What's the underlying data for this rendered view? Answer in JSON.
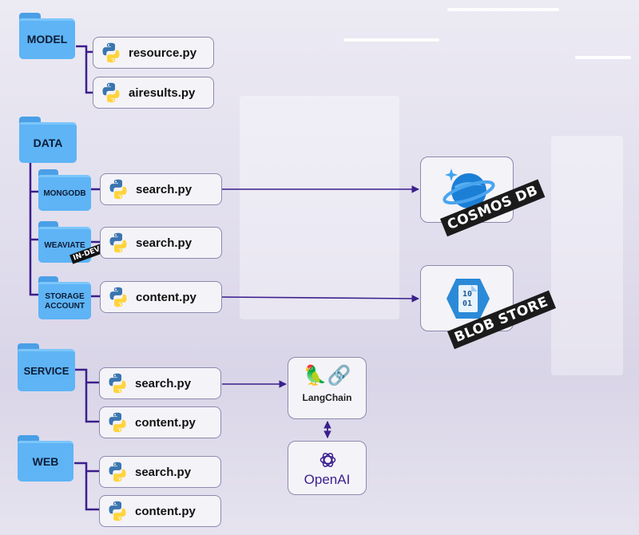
{
  "groups": {
    "model": {
      "label": "MODEL",
      "files": [
        "resource.py",
        "airesults.py"
      ]
    },
    "data": {
      "label": "DATA",
      "subfolders": [
        {
          "label": "MONGODB",
          "file": "search.py"
        },
        {
          "label": "WEAVIATE",
          "badge": "IN-DEV",
          "file": "search.py"
        },
        {
          "label": "STORAGE ACCOUNT",
          "file": "content.py"
        }
      ]
    },
    "service": {
      "label": "SERVICE",
      "files": [
        "search.py",
        "content.py"
      ]
    },
    "web": {
      "label": "WEB",
      "files": [
        "search.py",
        "content.py"
      ]
    }
  },
  "external": {
    "cosmos": {
      "caption": "COSMOS DB",
      "icon": "cosmos-db-icon"
    },
    "blob": {
      "caption": "BLOB STORE",
      "icon": "blob-storage-icon",
      "glyph_top": "10",
      "glyph_bottom": "01"
    },
    "langchain": {
      "label": "LangChain",
      "icon": "parrot-chain-icon"
    },
    "openai": {
      "label": "OpenAI",
      "icon": "openai-icon"
    }
  },
  "colors": {
    "folder": "#5eb4f5",
    "connector": "#3b1f8c",
    "box_border": "#8d89ad",
    "caption_bg": "#1b1b1b"
  }
}
